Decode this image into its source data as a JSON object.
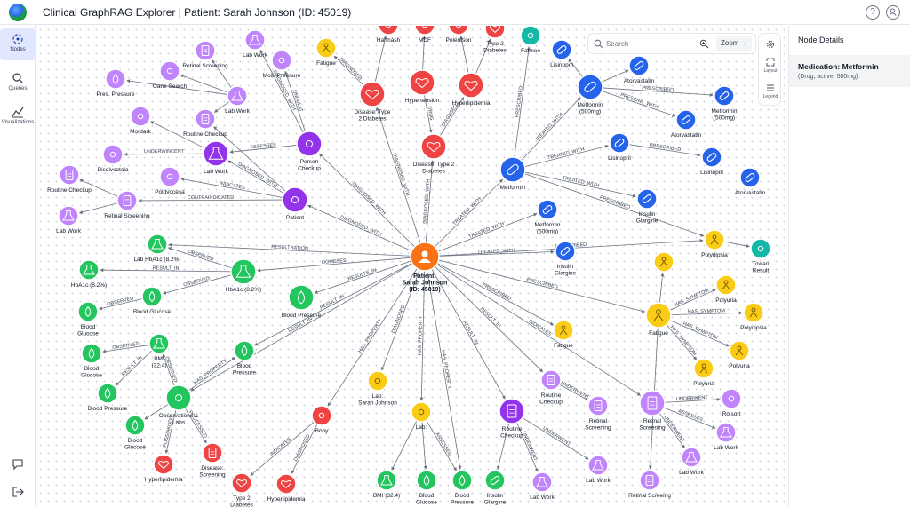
{
  "app": {
    "title": "Clinical GraphRAG Explorer | Patient: Sarah Johnson (ID: 45019)"
  },
  "sidebar": {
    "items": [
      {
        "label": "Nodes",
        "icon": "nodes-icon",
        "active": true
      },
      {
        "label": "Queries",
        "icon": "search-icon",
        "active": false
      },
      {
        "label": "Visualizations",
        "icon": "chart-icon",
        "active": false
      }
    ]
  },
  "search": {
    "placeholder": "Search",
    "zoom_label": "Zoom"
  },
  "tools": {
    "layout_label": "Layout",
    "legend_label": "Legend"
  },
  "panel": {
    "title": "Node Details",
    "selected_name": "Medication: Metformin",
    "selected_info": "(Drug, active, 500mg)"
  },
  "colors": {
    "patient": "#f97316",
    "purple": "#9333ea",
    "purple_light": "#c084fc",
    "red": "#ef4444",
    "blue": "#2563eb",
    "green": "#22c55e",
    "yellow": "#facc15",
    "teal": "#14b8a6"
  },
  "graph": {
    "nodes": [
      {
        "id": "center",
        "label": "Patient:\nSarah Johnson\n(ID: 45019)",
        "color": "#f97316",
        "icon": "user-icon",
        "big": true
      },
      {
        "id": "harmash",
        "label": "Harmash",
        "color": "#ef4444"
      },
      {
        "id": "mdf",
        "label": "MDF",
        "color": "#ef4444"
      },
      {
        "id": "polentson",
        "label": "Polentson",
        "color": "#ef4444"
      },
      {
        "id": "t2top",
        "label": "Type 2\nDiabetes",
        "color": "#ef4444"
      },
      {
        "id": "fatmoe",
        "label": "Fatmoe",
        "color": "#14b8a6"
      },
      {
        "id": "fatigue_top",
        "label": "Fatigue",
        "color": "#facc15"
      },
      {
        "id": "hypertension",
        "label": "Hypertension",
        "color": "#ef4444"
      },
      {
        "id": "hyperlip_top",
        "label": "Hyperlipidemia",
        "color": "#ef4444"
      },
      {
        "id": "disease_t2a",
        "label": "Disease: Type\n2 Diabetes",
        "color": "#ef4444"
      },
      {
        "id": "disease_t2b",
        "label": "Disease: Type 2\nDiabetes",
        "color": "#ef4444"
      },
      {
        "id": "person_checkup",
        "label": "Person\nCheckup",
        "color": "#9333ea"
      },
      {
        "id": "patient_p",
        "label": "Patient",
        "color": "#9333ea"
      },
      {
        "id": "lab_work_p",
        "label": "Lab Work",
        "color": "#9333ea"
      },
      {
        "id": "lab_work_t1",
        "label": "Lab Work",
        "color": "#c084fc"
      },
      {
        "id": "retinal_s1",
        "label": "Retinal Screening",
        "color": "#c084fc"
      },
      {
        "id": "moit",
        "label": "Moit. Preenure",
        "color": "#c084fc"
      },
      {
        "id": "gane",
        "label": "Gane Search",
        "color": "#c084fc"
      },
      {
        "id": "pres_pressure",
        "label": "Pres. Pressure",
        "color": "#c084fc"
      },
      {
        "id": "lab_work_t2",
        "label": "Lab Work",
        "color": "#c084fc"
      },
      {
        "id": "mordark",
        "label": "Mordark",
        "color": "#c084fc"
      },
      {
        "id": "routine_c1",
        "label": "Routine Checkup",
        "color": "#c084fc"
      },
      {
        "id": "disdivo",
        "label": "Disdivoctoia",
        "color": "#c084fc"
      },
      {
        "id": "routine_c2",
        "label": "Routine Checkup",
        "color": "#c084fc"
      },
      {
        "id": "poldvocesa",
        "label": "Poldvocesa",
        "color": "#c084fc"
      },
      {
        "id": "retinal_s2",
        "label": "Retinal Screening",
        "color": "#c084fc"
      },
      {
        "id": "lab_work_t3",
        "label": "Lab Work",
        "color": "#c084fc"
      },
      {
        "id": "lisinopril_t",
        "label": "Lisinopril",
        "color": "#2563eb"
      },
      {
        "id": "metformin_500a",
        "label": "Metformin\n(500mg)",
        "color": "#2563eb"
      },
      {
        "id": "atorvastatin1",
        "label": "Atorvastatin",
        "color": "#2563eb"
      },
      {
        "id": "metformin_500b",
        "label": "Metformin\n(500mg)",
        "color": "#2563eb"
      },
      {
        "id": "atorvastatin2",
        "label": "Atorvastatin",
        "color": "#2563eb"
      },
      {
        "id": "lisinopril_m",
        "label": "Lisinopril",
        "color": "#2563eb"
      },
      {
        "id": "lisinopril_r",
        "label": "Lisinopril",
        "color": "#2563eb"
      },
      {
        "id": "atorvastatin3",
        "label": "Atorvastatin",
        "color": "#2563eb"
      },
      {
        "id": "metformin",
        "label": "Metformin",
        "color": "#2563eb"
      },
      {
        "id": "insulin_g1",
        "label": "Insulin\nGlargine",
        "color": "#2563eb"
      },
      {
        "id": "metformin_500c",
        "label": "Metformin\n(500mg)",
        "color": "#2563eb"
      },
      {
        "id": "insulin_g2",
        "label": "Insulin\nGlargine",
        "color": "#2563eb"
      },
      {
        "id": "polydipsia1",
        "label": "Polydipsia",
        "color": "#facc15"
      },
      {
        "id": "towan",
        "label": "Towan\nResult",
        "color": "#14b8a6"
      },
      {
        "id": "fatigue_y1",
        "label": "",
        "color": "#facc15"
      },
      {
        "id": "polyuria1",
        "label": "Polyuria",
        "color": "#facc15"
      },
      {
        "id": "fatigue_c",
        "label": "Fatigue",
        "color": "#facc15"
      },
      {
        "id": "polydipsia2",
        "label": "Polydipsia",
        "color": "#facc15"
      },
      {
        "id": "polyuria2",
        "label": "Polyuria",
        "color": "#facc15"
      },
      {
        "id": "polyuria3",
        "label": "Polyuria",
        "color": "#facc15"
      },
      {
        "id": "fatigue_l",
        "label": "Fatigue",
        "color": "#facc15"
      },
      {
        "id": "lab_hba1c_82a",
        "label": "Lab HbA1c (8.2%)",
        "color": "#22c55e"
      },
      {
        "id": "hba1c_82a",
        "label": "HbA1c (8.2%)",
        "color": "#22c55e"
      },
      {
        "id": "hba1c_82b",
        "label": "HbA1c (8.2%)",
        "color": "#22c55e"
      },
      {
        "id": "blood_glucose1",
        "label": "Blood Glucose",
        "color": "#22c55e"
      },
      {
        "id": "blood_glucose2",
        "label": "Blood\nGlucose",
        "color": "#22c55e"
      },
      {
        "id": "blood_pressure1",
        "label": "Blood Pressure",
        "color": "#22c55e"
      },
      {
        "id": "bmi_a",
        "label": "BMI\n(32.4)",
        "color": "#22c55e"
      },
      {
        "id": "blood_glucose3",
        "label": "Blood\nGlucose",
        "color": "#22c55e"
      },
      {
        "id": "blood_pressure2",
        "label": "Blood\nPressure",
        "color": "#22c55e"
      },
      {
        "id": "blood_pressure3",
        "label": "Blood Pressure",
        "color": "#22c55e"
      },
      {
        "id": "obs_labs",
        "label": "Observations &\nLabs",
        "color": "#22c55e"
      },
      {
        "id": "blood_glucose4",
        "label": "Blood\nGlucose",
        "color": "#22c55e"
      },
      {
        "id": "hyperlip_l",
        "label": "Hyperlipidemia",
        "color": "#ef4444"
      },
      {
        "id": "disease_screen",
        "label": "Disease:\nScreening",
        "color": "#ef4444"
      },
      {
        "id": "t2_bottom",
        "label": "Type 2\nDiabetes",
        "color": "#ef4444"
      },
      {
        "id": "hyperlip_b",
        "label": "Hyperlipidemia",
        "color": "#ef4444"
      },
      {
        "id": "boby",
        "label": "Boby",
        "color": "#ef4444"
      },
      {
        "id": "lab_sarah",
        "label": "Lab:\nSarah Johnson",
        "color": "#facc15"
      },
      {
        "id": "lab_y",
        "label": "Lab:",
        "color": "#facc15"
      },
      {
        "id": "bmi_b",
        "label": "BMI (32.4)",
        "color": "#22c55e"
      },
      {
        "id": "blood_glucose5",
        "label": "Blood\nGlucose",
        "color": "#22c55e"
      },
      {
        "id": "blood_pressure4",
        "label": "Blood\nPressure",
        "color": "#22c55e"
      },
      {
        "id": "insulin_g3",
        "label": "Insulin\nGlargine",
        "color": "#22c55e"
      },
      {
        "id": "routine_c3",
        "label": "Routine\nCheckup",
        "color": "#9333ea"
      },
      {
        "id": "lab_work_b1",
        "label": "Lab Work",
        "color": "#c084fc"
      },
      {
        "id": "lab_work_b2",
        "label": "Lab Work",
        "color": "#c084fc"
      },
      {
        "id": "routine_c4",
        "label": "Routine\nCheckup",
        "color": "#c084fc"
      },
      {
        "id": "retinal_s3",
        "label": "Retinal\nScreening",
        "color": "#c084fc"
      },
      {
        "id": "retinal_s4",
        "label": "Retinal\nScreening",
        "color": "#c084fc"
      },
      {
        "id": "roisort",
        "label": "Roisort",
        "color": "#c084fc"
      },
      {
        "id": "lab_work_b3",
        "label": "Lab Work",
        "color": "#c084fc"
      },
      {
        "id": "lab_work_b4",
        "label": "Lab Work",
        "color": "#c084fc"
      },
      {
        "id": "retinal_s5",
        "label": "Retinal Screeing",
        "color": "#c084fc"
      }
    ],
    "edges": [
      {
        "from": "center",
        "to": "person_checkup",
        "label": "DIAGNOSED_WITH"
      },
      {
        "from": "center",
        "to": "patient_p",
        "label": "DIAGNOSED_WITH"
      },
      {
        "from": "center",
        "to": "disease_t2a",
        "label": "DIAGNOSED_WITH"
      },
      {
        "from": "center",
        "to": "disease_t2b",
        "label": "DIAGNOSED_WITH"
      },
      {
        "from": "center",
        "to": "metformin",
        "label": "TREATED_WITH"
      },
      {
        "from": "center",
        "to": "metformin_500c",
        "label": "TREATED_WITH"
      },
      {
        "from": "center",
        "to": "insulin_g2",
        "label": "TREATED_WITH"
      },
      {
        "from": "center",
        "to": "lab_hba1c_82a",
        "label": "RESULTRATION"
      },
      {
        "from": "center",
        "to": "hba1c_82b",
        "label": "OGMESES"
      },
      {
        "from": "center",
        "to": "blood_pressure1",
        "label": "RESULTS_IN"
      },
      {
        "from": "center",
        "to": "blood_pressure2",
        "label": "RESULT_IN"
      },
      {
        "from": "center",
        "to": "obs_labs",
        "label": "RESULT_IN"
      },
      {
        "from": "center",
        "to": "boby",
        "label": "HAS_PROPERTY"
      },
      {
        "from": "center",
        "to": "lab_sarah",
        "label": "DIAGNOSED"
      },
      {
        "from": "center",
        "to": "lab_y",
        "label": "HAS_PROPERTY"
      },
      {
        "from": "center",
        "to": "blood_pressure4",
        "label": "HAS_PROPERTY"
      },
      {
        "from": "center",
        "to": "routine_c3",
        "label": "RESULT_IN"
      },
      {
        "from": "center",
        "to": "routine_c4",
        "label": "RESULT_IN"
      },
      {
        "from": "center",
        "to": "fatigue_l",
        "label": "PRESCRIBED"
      },
      {
        "from": "center",
        "to": "fatigue_c",
        "label": "PRESCRIBED"
      },
      {
        "from": "center",
        "to": "polydipsia1",
        "label": "PRESCRIBED"
      },
      {
        "from": "center",
        "to": "retinal_s4",
        "label": "INDICATES"
      },
      {
        "from": "disease_t2a",
        "to": "harmash",
        "label": ""
      },
      {
        "from": "disease_t2a",
        "to": "fatigue_top",
        "label": "DIAGNOSED"
      },
      {
        "from": "hypertension",
        "to": "mdf",
        "label": ""
      },
      {
        "from": "hypertension",
        "to": "disease_t2b",
        "label": "DRUG"
      },
      {
        "from": "hyperlip_top",
        "to": "polentson",
        "label": ""
      },
      {
        "from": "hyperlip_top",
        "to": "t2top",
        "label": ""
      },
      {
        "from": "disease_t2b",
        "to": "hyperlip_top",
        "label": "DIAGNSED"
      },
      {
        "from": "metformin",
        "to": "fatmoe",
        "label": "PRESCRIBED"
      },
      {
        "from": "metformin",
        "to": "metformin_500a",
        "label": "TREATED_WITH"
      },
      {
        "from": "metformin",
        "to": "lisinopril_m",
        "label": "TREATED_WITH"
      },
      {
        "from": "metformin",
        "to": "insulin_g1",
        "label": "TREATED_WITH"
      },
      {
        "from": "metformin_500a",
        "to": "atorvastatin1",
        "label": ""
      },
      {
        "from": "metformin_500a",
        "to": "metformin_500b",
        "label": "PRESCRIBSD"
      },
      {
        "from": "metformin_500a",
        "to": "atorvastatin2",
        "label": "PRESCRIL_WITH"
      },
      {
        "from": "metformin_500a",
        "to": "lisinopril_t",
        "label": ""
      },
      {
        "from": "lisinopril_m",
        "to": "lisinopril_r",
        "label": "PRESCRIBED"
      },
      {
        "from": "metformin",
        "to": "polydipsia1",
        "label": "PRESCRIBED"
      },
      {
        "from": "person_checkup",
        "to": "lab_work_t1",
        "label": "DIAGNOSED_WITH"
      },
      {
        "from": "person_checkup",
        "to": "moit",
        "label": "UNDULAT"
      },
      {
        "from": "person_checkup",
        "to": "lab_work_p",
        "label": "ASSESSES"
      },
      {
        "from": "lab_work_t2",
        "to": "retinal_s1",
        "label": ""
      },
      {
        "from": "lab_work_t2",
        "to": "gane",
        "label": ""
      },
      {
        "from": "lab_work_t2",
        "to": "pres_pressure",
        "label": ""
      },
      {
        "from": "lab_work_t2",
        "to": "routine_c1",
        "label": ""
      },
      {
        "from": "lab_work_p",
        "to": "disdivo",
        "label": "UNDERWINCENT"
      },
      {
        "from": "lab_work_p",
        "to": "mordark",
        "label": ""
      },
      {
        "from": "patient_p",
        "to": "lab_work_p",
        "label": "DIAGNOSED_WITH"
      },
      {
        "from": "patient_p",
        "to": "poldvocesa",
        "label": "INDICATES"
      },
      {
        "from": "patient_p",
        "to": "retinal_s2",
        "label": "CONTRAINDICATED"
      },
      {
        "from": "patient_p",
        "to": "routine_c1",
        "label": ""
      },
      {
        "from": "retinal_s2",
        "to": "routine_c2",
        "label": ""
      },
      {
        "from": "retinal_s2",
        "to": "lab_work_t3",
        "label": ""
      },
      {
        "from": "hba1c_82b",
        "to": "lab_hba1c_82a",
        "label": "OBSERVED"
      },
      {
        "from": "hba1c_82b",
        "to": "hba1c_82a",
        "label": "RESULT_IN"
      },
      {
        "from": "hba1c_82b",
        "to": "blood_glucose1",
        "label": "OBSERVED"
      },
      {
        "from": "blood_glucose1",
        "to": "blood_glucose2",
        "label": "OBSERVED"
      },
      {
        "from": "bmi_a",
        "to": "blood_glucose3",
        "label": "OBSERVED"
      },
      {
        "from": "bmi_a",
        "to": "blood_pressure3",
        "label": "RESULT_IN"
      },
      {
        "from": "obs_labs",
        "to": "blood_pressure2",
        "label": "HAS_PROPERTY"
      },
      {
        "from": "obs_labs",
        "to": "bmi_a",
        "label": "OBSERVED"
      },
      {
        "from": "obs_labs",
        "to": "blood_glucose4",
        "label": ""
      },
      {
        "from": "obs_labs",
        "to": "hyperlip_l",
        "label": "POSSIAKODIY"
      },
      {
        "from": "obs_labs",
        "to": "disease_screen",
        "label": "PROCESSED"
      },
      {
        "from": "boby",
        "to": "t2_bottom",
        "label": "INDICATES"
      },
      {
        "from": "boby",
        "to": "hyperlip_b",
        "label": "DIAGNOSED"
      },
      {
        "from": "lab_y",
        "to": "bmi_b",
        "label": ""
      },
      {
        "from": "lab_y",
        "to": "blood_glucose5",
        "label": ""
      },
      {
        "from": "lab_y",
        "to": "blood_pressure4",
        "label": "ASSESSES"
      },
      {
        "from": "routine_c3",
        "to": "insulin_g3",
        "label": ""
      },
      {
        "from": "routine_c3",
        "to": "lab_work_b1",
        "label": "UNDERWENT"
      },
      {
        "from": "routine_c3",
        "to": "lab_work_b2",
        "label": "UNDERWENT"
      },
      {
        "from": "routine_c4",
        "to": "retinal_s3",
        "label": "UNDERWENT"
      },
      {
        "from": "retinal_s4",
        "to": "roisort",
        "label": "UNDERWENT"
      },
      {
        "from": "retinal_s4",
        "to": "lab_work_b3",
        "label": "UNDERWENT"
      },
      {
        "from": "retinal_s4",
        "to": "lab_work_b4",
        "label": "ASSESSES"
      },
      {
        "from": "fatigue_c",
        "to": "fatigue_y1",
        "label": ""
      },
      {
        "from": "fatigue_c",
        "to": "polyuria1",
        "label": "HAS_SYMPTOM"
      },
      {
        "from": "fatigue_c",
        "to": "polydipsia2",
        "label": "HAS_SYMPTOM"
      },
      {
        "from": "fatigue_c",
        "to": "polyuria2",
        "label": "HAS_SYMPTOM"
      },
      {
        "from": "fatigue_c",
        "to": "polyuria3",
        "label": "HAS_SYMPTOM"
      },
      {
        "from": "fatigue_c",
        "to": "retinal_s5",
        "label": ""
      },
      {
        "from": "polydipsia1",
        "to": "towan",
        "label": ""
      }
    ]
  }
}
